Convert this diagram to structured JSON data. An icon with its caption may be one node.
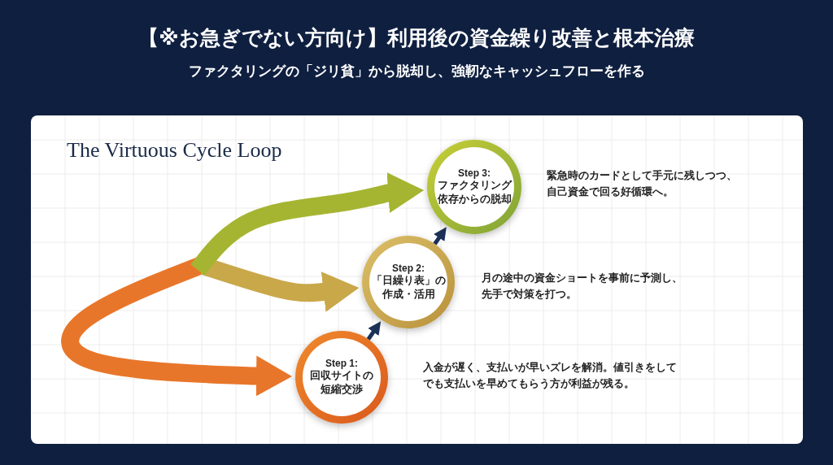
{
  "diagram": {
    "title": "【※お急ぎでない方向け】利用後の資金繰り改善と根本治療",
    "caption": "ファクタリングの「ジリ貧」から脱却し、強靭なキャッシュフローを作る",
    "nodes": [
      {
        "text": [
          "Step 1:",
          "回収サイトの短縮交渉"
        ],
        "beside": [
          "入金が遅く、支払いが早いズレを解消。値引きをしてでも支払いを早めてもらう方が利益が残る。"
        ]
      },
      {
        "text": [
          "Step 2:",
          "「日繰り表」の作成・活用"
        ],
        "beside": [
          "月の途中の資金ショートを事前に予測し、先手で対策を打つ。"
        ]
      },
      {
        "text": [
          "Step 3:",
          "ファクタリング依存からの脱却"
        ],
        "beside": [
          "緊急時のカードとして手元に残しつつ、自己資金で回る好循環へ。"
        ]
      }
    ],
    "edges": [
      {
        "from": 0,
        "to": 1,
        "arrow": "to"
      },
      {
        "from": 1,
        "to": 2,
        "arrow": "to"
      },
      {
        "from": null,
        "to": 0,
        "arrow": "to",
        "color": "#e8762a"
      },
      {
        "from": null,
        "to": 1,
        "arrow": "to",
        "color": "#c9a84a"
      },
      {
        "from": null,
        "to": 2,
        "arrow": "to",
        "color": "#a6b531"
      }
    ],
    "labels": [
      "The Virtuous Cycle Loop"
    ]
  }
}
